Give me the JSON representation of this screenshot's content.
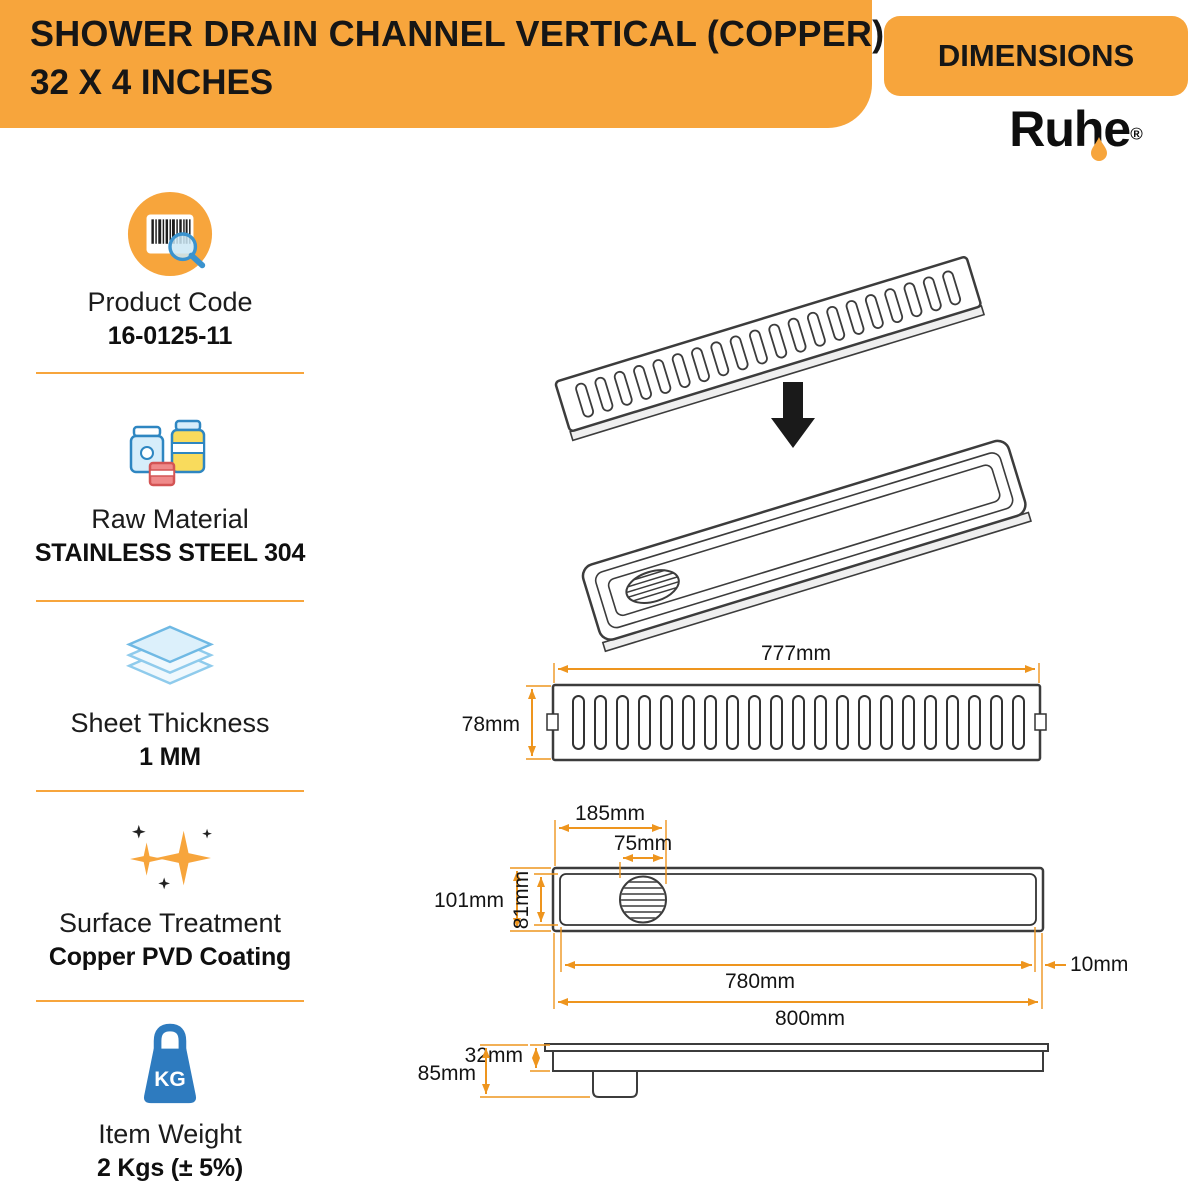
{
  "colors": {
    "accent": "#F7A53C",
    "dimension_line": "#EE951E",
    "icon_blue": "#2E7BBF",
    "icon_lightblue": "#8FCBEC",
    "ink": "#161616"
  },
  "header": {
    "title": "SHOWER DRAIN CHANNEL VERTICAL (COPPER)",
    "subtitle": "32 X 4 INCHES"
  },
  "dimensions_panel": {
    "label": "DIMENSIONS"
  },
  "brand": {
    "name": "Ruhe",
    "registered": "®"
  },
  "specs": [
    {
      "icon": "barcode-search-icon",
      "label": "Product Code",
      "value": "16-0125-11"
    },
    {
      "icon": "containers-icon",
      "label": "Raw Material",
      "value": "STAINLESS STEEL 304"
    },
    {
      "icon": "sheet-layers-icon",
      "label": "Sheet Thickness",
      "value": "1 MM"
    },
    {
      "icon": "sparkles-icon",
      "label": "Surface Treatment",
      "value": "Copper PVD Coating"
    },
    {
      "icon": "weight-kg-icon",
      "label": "Item Weight",
      "value": "2 Kgs (± 5%)",
      "icon_text": "KG"
    }
  ],
  "diagram": {
    "grate_top": {
      "length": "777mm",
      "width": "78mm"
    },
    "channel_top": {
      "drain_offset": "185mm",
      "drain_diameter": "75mm",
      "outer_width": "101mm",
      "inner_width": "81mm",
      "inner_length": "780mm",
      "wall_thickness": "10mm",
      "outer_length": "800mm"
    },
    "side_view": {
      "channel_height": "32mm",
      "total_height": "85mm"
    }
  }
}
